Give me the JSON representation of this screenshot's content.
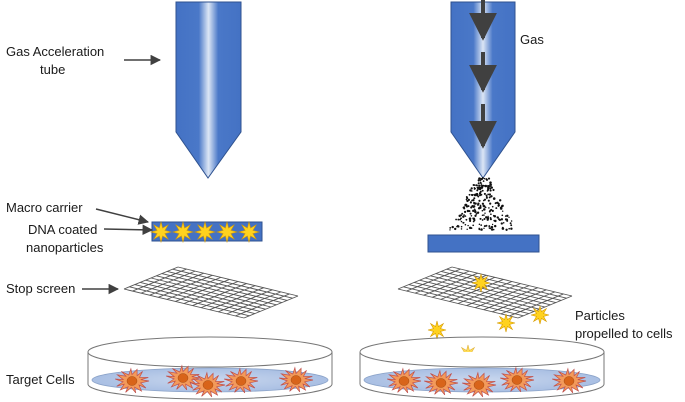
{
  "labels": {
    "gas_tube_line1": "Gas Acceleration",
    "gas_tube_line2": "tube",
    "gas": "Gas",
    "macro_carrier": "Macro carrier",
    "dna_line1": "DNA coated",
    "dna_line2": "nanoparticles",
    "stop_screen": "Stop screen",
    "particles_line1": "Particles",
    "particles_line2": "propelled to cells",
    "target_cells": "Target Cells"
  },
  "colors": {
    "tube": "#4472c4",
    "tube_edge": "#2f528f",
    "tube_glow": "#dce6f5",
    "carrier": "#4472c4",
    "particle": "#ffd21f",
    "particle_edge": "#d79b00",
    "cell": "#f39a5a",
    "cell_edge": "#c0504d",
    "nucleus": "#d8641a",
    "dish_fill": "#b4c7e7",
    "arrow": "#404040",
    "grid": "#555555"
  },
  "icons": {
    "particle": "star-burst-icon",
    "cell": "spiky-cell-icon"
  }
}
